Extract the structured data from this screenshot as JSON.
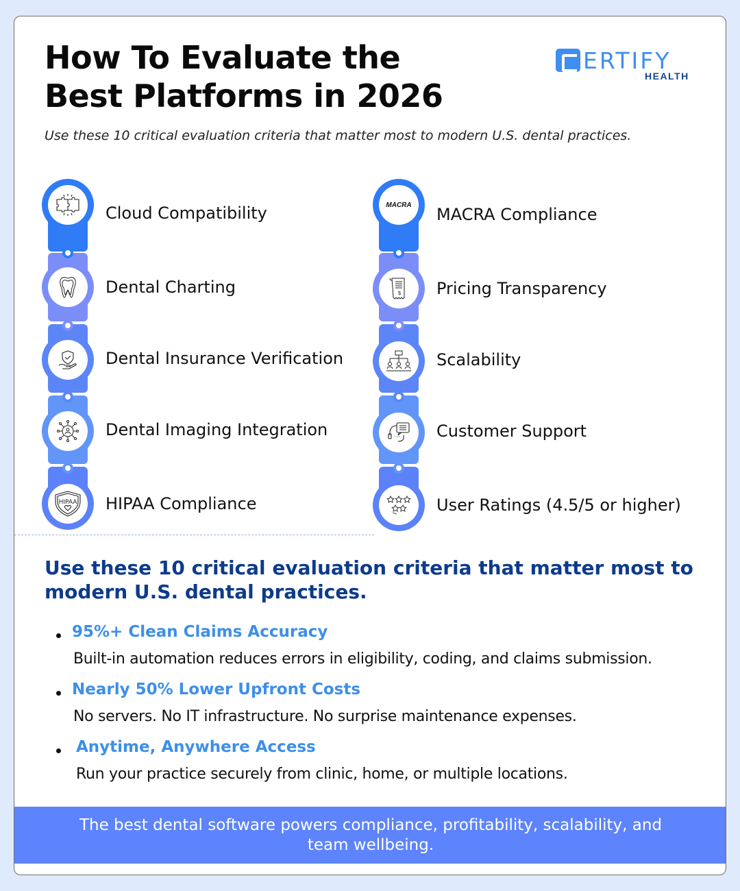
{
  "header": {
    "title": "How To Evaluate the Best Platforms in 2026",
    "subtitle": "Use these 10 critical evaluation criteria that matter most to modern U.S. dental practices."
  },
  "logo": {
    "letter": "C",
    "word": "ERTIFY",
    "sub": "HEALTH",
    "brand_color": "#3f8ef2",
    "sub_color": "#17458f"
  },
  "criteria": {
    "left": [
      {
        "label": "Cloud Compatibility",
        "icon": "puzzle-icon",
        "color": "#2f7cf6"
      },
      {
        "label": "Dental Charting",
        "icon": "tooth-icon",
        "color": "#7b8ef8"
      },
      {
        "label": "Dental Insurance Verification",
        "icon": "shield-hand-icon",
        "color": "#5c86f8"
      },
      {
        "label": "Dental Imaging Integration",
        "icon": "network-user-icon",
        "color": "#6295f8"
      },
      {
        "label": "HIPAA Compliance",
        "icon": "hipaa-shield-icon",
        "color": "#5b82f8"
      }
    ],
    "right": [
      {
        "label": "MACRA Compliance",
        "icon": "macra-text-icon",
        "icon_text": "MACRA",
        "color": "#2f7cf6"
      },
      {
        "label": "Pricing Transparency",
        "icon": "receipt-dollar-icon",
        "color": "#7b8ef8"
      },
      {
        "label": "Scalability",
        "icon": "org-chart-icon",
        "color": "#5c86f8"
      },
      {
        "label": "Customer Support",
        "icon": "headset-chat-icon",
        "color": "#6295f8"
      },
      {
        "label": "User Ratings (4.5/5 or higher)",
        "icon": "star-rating-icon",
        "color": "#5b82f8"
      }
    ]
  },
  "section2": {
    "heading": "Use these 10 critical evaluation criteria that matter most to modern U.S. dental practices.",
    "bullets": [
      {
        "title": "95%+ Clean Claims Accuracy",
        "desc": "Built-in automation reduces errors in eligibility, coding, and claims submission."
      },
      {
        "title": "Nearly 50% Lower Upfront Costs",
        "desc": "No servers. No IT infrastructure. No surprise maintenance expenses."
      },
      {
        "title": "Anytime, Anywhere Access",
        "desc": "Run your practice securely from clinic, home, or multiple locations."
      }
    ]
  },
  "footer": {
    "text": "The best dental software powers compliance, profitability, scalability, and team wellbeing.",
    "color": "#5d84fc"
  },
  "colors": {
    "background": "#dfebfd",
    "heading_blue": "#0d3b8c",
    "bullet_title_blue": "#3d8fe8"
  }
}
